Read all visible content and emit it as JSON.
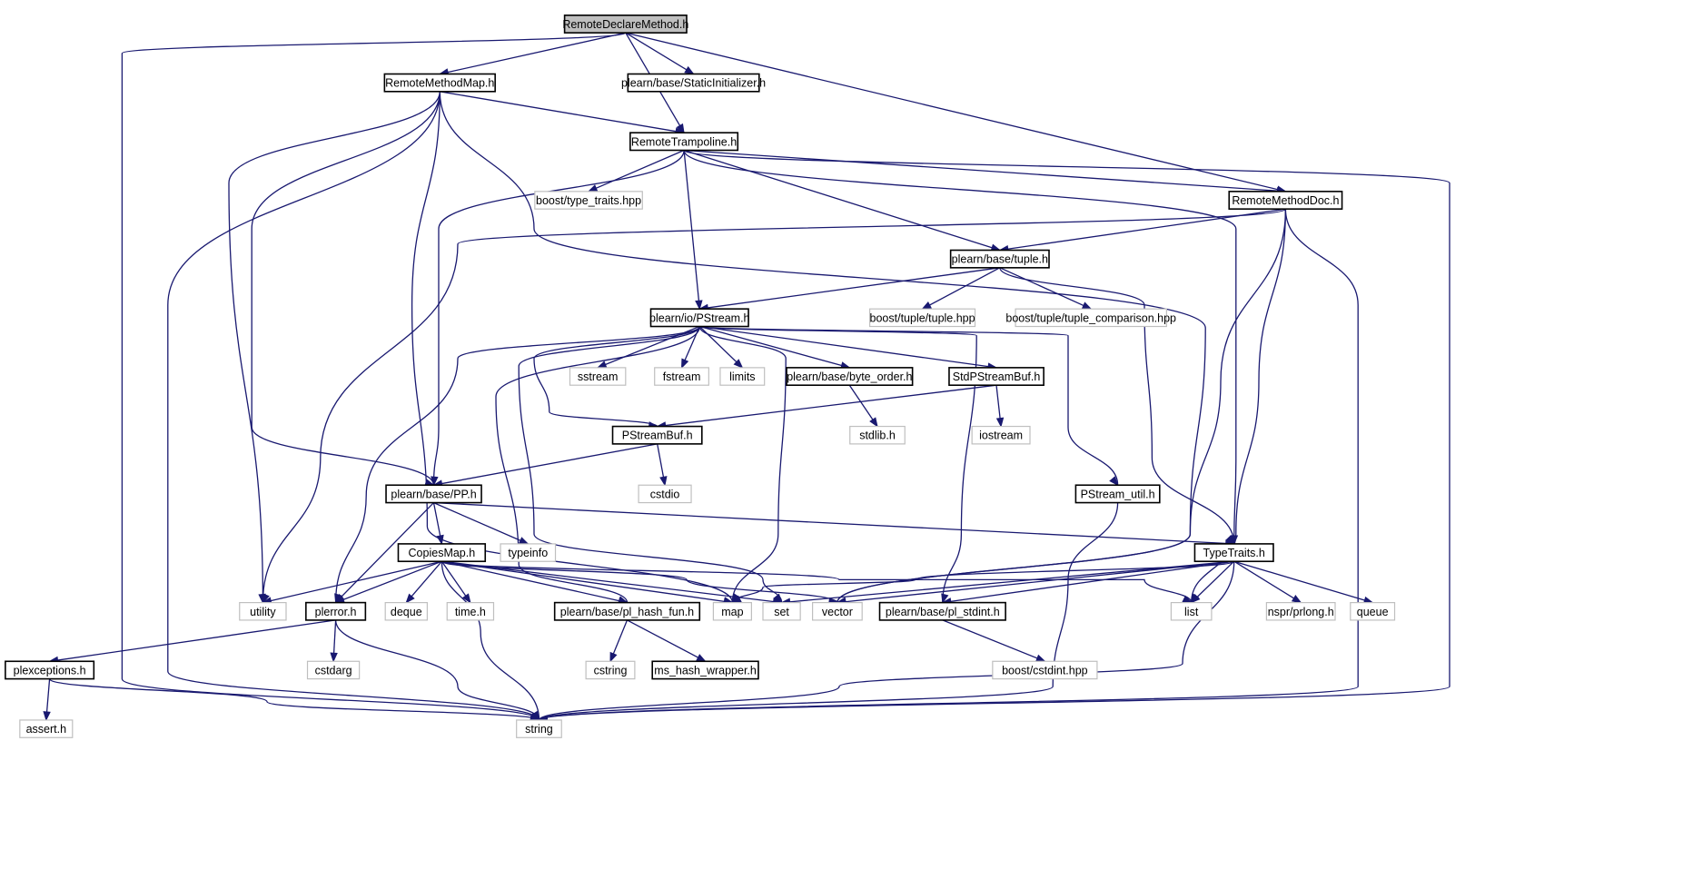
{
  "colors": {
    "edge": "#191970",
    "root_fill": "#bfbfbf",
    "system_border": "#bfbfbf",
    "header_border": "#000000"
  },
  "nodes": [
    {
      "id": "RemoteDeclareMethod",
      "label": "RemoteDeclareMethod.h",
      "type": "root"
    },
    {
      "id": "RemoteMethodMap",
      "label": "RemoteMethodMap.h",
      "type": "header"
    },
    {
      "id": "StaticInitializer",
      "label": "plearn/base/StaticInitializer.h",
      "type": "header"
    },
    {
      "id": "RemoteTrampoline",
      "label": "RemoteTrampoline.h",
      "type": "header"
    },
    {
      "id": "type_traits",
      "label": "boost/type_traits.hpp",
      "type": "system"
    },
    {
      "id": "RemoteMethodDoc",
      "label": "RemoteMethodDoc.h",
      "type": "header"
    },
    {
      "id": "tuple_h",
      "label": "plearn/base/tuple.h",
      "type": "header"
    },
    {
      "id": "PStream",
      "label": "plearn/io/PStream.h",
      "type": "header"
    },
    {
      "id": "tuple_hpp",
      "label": "boost/tuple/tuple.hpp",
      "type": "system"
    },
    {
      "id": "tuple_comparison",
      "label": "boost/tuple/tuple_comparison.hpp",
      "type": "system"
    },
    {
      "id": "sstream",
      "label": "sstream",
      "type": "system"
    },
    {
      "id": "fstream",
      "label": "fstream",
      "type": "system"
    },
    {
      "id": "limits",
      "label": "limits",
      "type": "system"
    },
    {
      "id": "byte_order",
      "label": "plearn/base/byte_order.h",
      "type": "header"
    },
    {
      "id": "StdPStreamBuf",
      "label": "StdPStreamBuf.h",
      "type": "header"
    },
    {
      "id": "stdlib",
      "label": "stdlib.h",
      "type": "system"
    },
    {
      "id": "iostream",
      "label": "iostream",
      "type": "system"
    },
    {
      "id": "PStreamBuf",
      "label": "PStreamBuf.h",
      "type": "header"
    },
    {
      "id": "cstdio",
      "label": "cstdio",
      "type": "system"
    },
    {
      "id": "PP",
      "label": "plearn/base/PP.h",
      "type": "header"
    },
    {
      "id": "PStream_util",
      "label": "PStream_util.h",
      "type": "header"
    },
    {
      "id": "CopiesMap",
      "label": "CopiesMap.h",
      "type": "header"
    },
    {
      "id": "typeinfo",
      "label": "typeinfo",
      "type": "system"
    },
    {
      "id": "TypeTraits",
      "label": "TypeTraits.h",
      "type": "header"
    },
    {
      "id": "utility",
      "label": "utility",
      "type": "system"
    },
    {
      "id": "plerror",
      "label": "plerror.h",
      "type": "header"
    },
    {
      "id": "deque",
      "label": "deque",
      "type": "system"
    },
    {
      "id": "time_h",
      "label": "time.h",
      "type": "system"
    },
    {
      "id": "pl_hash_fun",
      "label": "plearn/base/pl_hash_fun.h",
      "type": "header"
    },
    {
      "id": "map",
      "label": "map",
      "type": "system"
    },
    {
      "id": "set",
      "label": "set",
      "type": "system"
    },
    {
      "id": "vector",
      "label": "vector",
      "type": "system"
    },
    {
      "id": "pl_stdint",
      "label": "plearn/base/pl_stdint.h",
      "type": "header"
    },
    {
      "id": "list",
      "label": "list",
      "type": "system"
    },
    {
      "id": "prlong",
      "label": "nspr/prlong.h",
      "type": "system"
    },
    {
      "id": "queue",
      "label": "queue",
      "type": "system"
    },
    {
      "id": "plexceptions",
      "label": "plexceptions.h",
      "type": "header"
    },
    {
      "id": "cstdarg",
      "label": "cstdarg",
      "type": "system"
    },
    {
      "id": "cstring",
      "label": "cstring",
      "type": "system"
    },
    {
      "id": "ms_hash_wrapper",
      "label": "ms_hash_wrapper.h",
      "type": "header"
    },
    {
      "id": "cstdint",
      "label": "boost/cstdint.hpp",
      "type": "system"
    },
    {
      "id": "assert",
      "label": "assert.h",
      "type": "system"
    },
    {
      "id": "string",
      "label": "string",
      "type": "system"
    }
  ],
  "edges": [
    [
      "RemoteDeclareMethod",
      "RemoteMethodMap"
    ],
    [
      "RemoteDeclareMethod",
      "StaticInitializer"
    ],
    [
      "RemoteDeclareMethod",
      "RemoteTrampoline"
    ],
    [
      "RemoteDeclareMethod",
      "RemoteMethodDoc"
    ],
    [
      "RemoteDeclareMethod",
      "string"
    ],
    [
      "RemoteMethodMap",
      "RemoteTrampoline"
    ],
    [
      "RemoteMethodMap",
      "PP"
    ],
    [
      "RemoteMethodMap",
      "utility"
    ],
    [
      "RemoteMethodMap",
      "map"
    ],
    [
      "RemoteMethodMap",
      "vector"
    ],
    [
      "RemoteMethodMap",
      "string"
    ],
    [
      "RemoteTrampoline",
      "type_traits"
    ],
    [
      "RemoteTrampoline",
      "RemoteMethodDoc"
    ],
    [
      "RemoteTrampoline",
      "tuple_h"
    ],
    [
      "RemoteTrampoline",
      "PStream"
    ],
    [
      "RemoteTrampoline",
      "PP"
    ],
    [
      "RemoteTrampoline",
      "TypeTraits"
    ],
    [
      "RemoteTrampoline",
      "string"
    ],
    [
      "RemoteMethodDoc",
      "tuple_h"
    ],
    [
      "RemoteMethodDoc",
      "utility"
    ],
    [
      "RemoteMethodDoc",
      "vector"
    ],
    [
      "RemoteMethodDoc",
      "list"
    ],
    [
      "RemoteMethodDoc",
      "string"
    ],
    [
      "tuple_h",
      "PStream"
    ],
    [
      "tuple_h",
      "tuple_hpp"
    ],
    [
      "tuple_h",
      "tuple_comparison"
    ],
    [
      "tuple_h",
      "TypeTraits"
    ],
    [
      "PStream",
      "sstream"
    ],
    [
      "PStream",
      "fstream"
    ],
    [
      "PStream",
      "limits"
    ],
    [
      "PStream",
      "byte_order"
    ],
    [
      "PStream",
      "StdPStreamBuf"
    ],
    [
      "PStream",
      "PStreamBuf"
    ],
    [
      "PStream",
      "PStream_util"
    ],
    [
      "PStream",
      "plerror"
    ],
    [
      "PStream",
      "pl_hash_fun"
    ],
    [
      "PStream",
      "set"
    ],
    [
      "PStream",
      "map"
    ],
    [
      "PStream",
      "pl_stdint"
    ],
    [
      "byte_order",
      "stdlib"
    ],
    [
      "StdPStreamBuf",
      "iostream"
    ],
    [
      "StdPStreamBuf",
      "PStreamBuf"
    ],
    [
      "PStreamBuf",
      "cstdio"
    ],
    [
      "PStreamBuf",
      "PP"
    ],
    [
      "PP",
      "CopiesMap"
    ],
    [
      "PP",
      "typeinfo"
    ],
    [
      "PP",
      "TypeTraits"
    ],
    [
      "PP",
      "plerror"
    ],
    [
      "PStream_util",
      "string"
    ],
    [
      "CopiesMap",
      "utility"
    ],
    [
      "CopiesMap",
      "plerror"
    ],
    [
      "CopiesMap",
      "deque"
    ],
    [
      "CopiesMap",
      "time_h"
    ],
    [
      "CopiesMap",
      "pl_hash_fun"
    ],
    [
      "CopiesMap",
      "map"
    ],
    [
      "CopiesMap",
      "set"
    ],
    [
      "CopiesMap",
      "vector"
    ],
    [
      "CopiesMap",
      "list"
    ],
    [
      "CopiesMap",
      "string"
    ],
    [
      "TypeTraits",
      "map"
    ],
    [
      "TypeTraits",
      "set"
    ],
    [
      "TypeTraits",
      "vector"
    ],
    [
      "TypeTraits",
      "pl_stdint"
    ],
    [
      "TypeTraits",
      "list"
    ],
    [
      "TypeTraits",
      "prlong"
    ],
    [
      "TypeTraits",
      "queue"
    ],
    [
      "TypeTraits",
      "string"
    ],
    [
      "plerror",
      "plexceptions"
    ],
    [
      "plerror",
      "cstdarg"
    ],
    [
      "plerror",
      "string"
    ],
    [
      "pl_hash_fun",
      "cstring"
    ],
    [
      "pl_hash_fun",
      "ms_hash_wrapper"
    ],
    [
      "pl_stdint",
      "cstdint"
    ],
    [
      "plexceptions",
      "assert"
    ],
    [
      "plexceptions",
      "string"
    ]
  ]
}
